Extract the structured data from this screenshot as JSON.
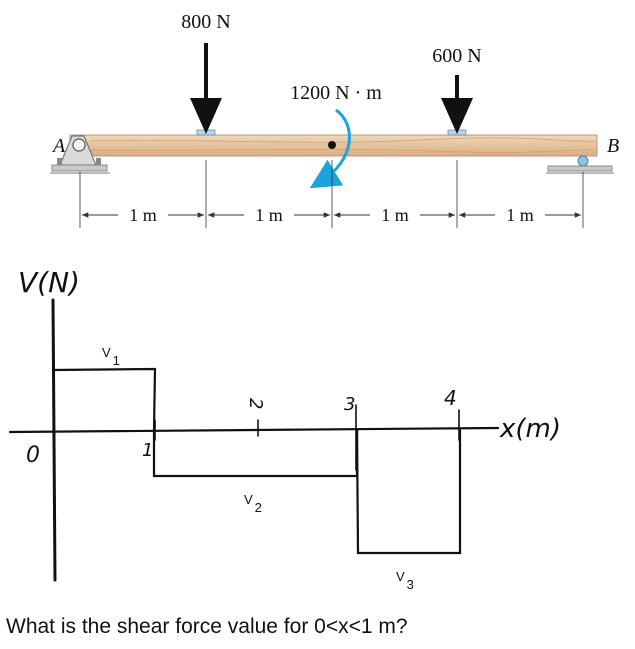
{
  "beam": {
    "load_left": "800 N",
    "load_right": "600 N",
    "moment": "1200 N · m",
    "support_a": "A",
    "support_b": "B",
    "spans": [
      "1 m",
      "1 m",
      "1 m",
      "1 m"
    ]
  },
  "shear_diagram": {
    "y_axis_label": "V(N)",
    "x_axis_label": "x(m)",
    "origin_label": "0",
    "x_ticks": [
      "1",
      "2",
      "3",
      "4"
    ],
    "segment_labels": [
      "V1",
      "V2",
      "V3"
    ]
  },
  "question": "What is the shear force value for 0<x<1 m?",
  "colors": {
    "beam": "#e9c9a6",
    "beam_edge": "#b99575",
    "moment_arrow": "#1aa3dc",
    "ink": "#111111"
  }
}
